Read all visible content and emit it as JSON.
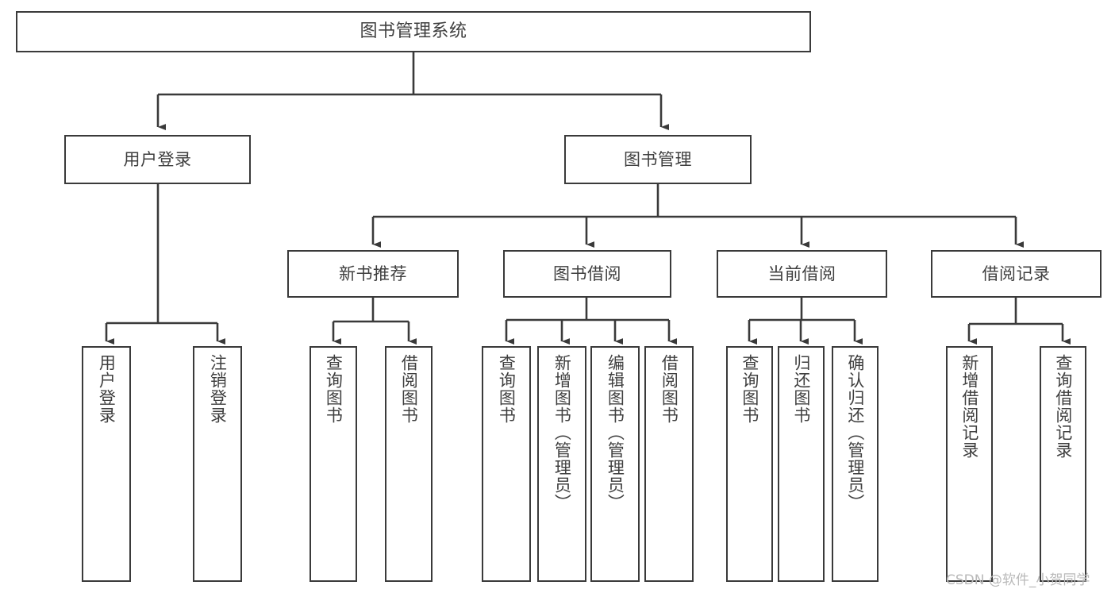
{
  "diagram": {
    "title": "图书管理系统",
    "watermark": "CSDN @软件_小贺同学",
    "stroke_color": "#3a3a3a",
    "text_color": "#3f3f3f",
    "background_color": "#ffffff"
  },
  "nodes": {
    "root": {
      "label": "图书管理系统"
    },
    "level1": [
      {
        "label": "用户登录"
      },
      {
        "label": "图书管理"
      }
    ],
    "level2": [
      {
        "label": "新书推荐"
      },
      {
        "label": "图书借阅"
      },
      {
        "label": "当前借阅"
      },
      {
        "label": "借阅记录"
      }
    ],
    "leaves": {
      "user_login": [
        {
          "label": "用户登录"
        },
        {
          "label": "注销登录"
        }
      ],
      "new_book_recommend": [
        {
          "label": "查询图书"
        },
        {
          "label": "借阅图书"
        }
      ],
      "book_borrow": [
        {
          "label": "查询图书"
        },
        {
          "label": "新增图书（管理员）"
        },
        {
          "label": "编辑图书（管理员）"
        },
        {
          "label": "借阅图书"
        }
      ],
      "current_borrow": [
        {
          "label": "查询图书"
        },
        {
          "label": "归还图书"
        },
        {
          "label": "确认归还（管理员）"
        }
      ],
      "borrow_record": [
        {
          "label": "新增借阅记录"
        },
        {
          "label": "查询借阅记录"
        }
      ]
    }
  }
}
